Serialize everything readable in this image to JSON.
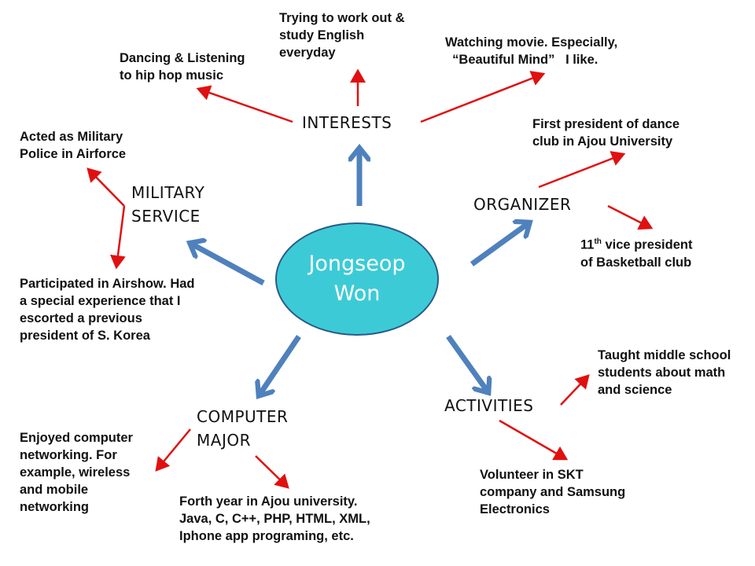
{
  "center": {
    "line1": "Jongseop",
    "line2": "Won"
  },
  "colors": {
    "center_fill": "#3ccbd6",
    "main_arrow": "#4f81bd",
    "sub_arrow": "#e01010"
  },
  "categories": {
    "interests": "INTERESTS",
    "military": [
      "MILITARY",
      "SERVICE"
    ],
    "organizer": "ORGANIZER",
    "activities": "ACTIVITIES",
    "computer": [
      "COMPUTER",
      "MAJOR"
    ]
  },
  "notes": {
    "workout": [
      "Trying to work out &",
      "study English",
      "everyday"
    ],
    "dancing": [
      "Dancing & Listening",
      "to hip hop music"
    ],
    "movie": [
      "Watching movie. Especially,",
      "  “Beautiful Mind”   I like."
    ],
    "police": [
      "Acted as Military",
      "Police in Airforce"
    ],
    "airshow": [
      "Participated in Airshow. Had",
      "a special experience that I",
      "escorted a previous",
      "president of S. Korea"
    ],
    "dance_club": [
      "First president of dance",
      "club in Ajou University"
    ],
    "basketball": {
      "num": "11",
      "sup": "th",
      "rest": " vice president",
      "line2": "of Basketball club"
    },
    "teaching": [
      "Taught middle school",
      "students about math",
      "and science"
    ],
    "volunteer": [
      "Volunteer in SKT",
      "company and Samsung",
      "Electronics"
    ],
    "networking": [
      "Enjoyed computer",
      "networking. For",
      "example, wireless",
      "and mobile",
      "networking"
    ],
    "forth_year": [
      "Forth year in Ajou university.",
      "Java, C, C++, PHP, HTML, XML,",
      "Iphone app programing, etc."
    ]
  }
}
